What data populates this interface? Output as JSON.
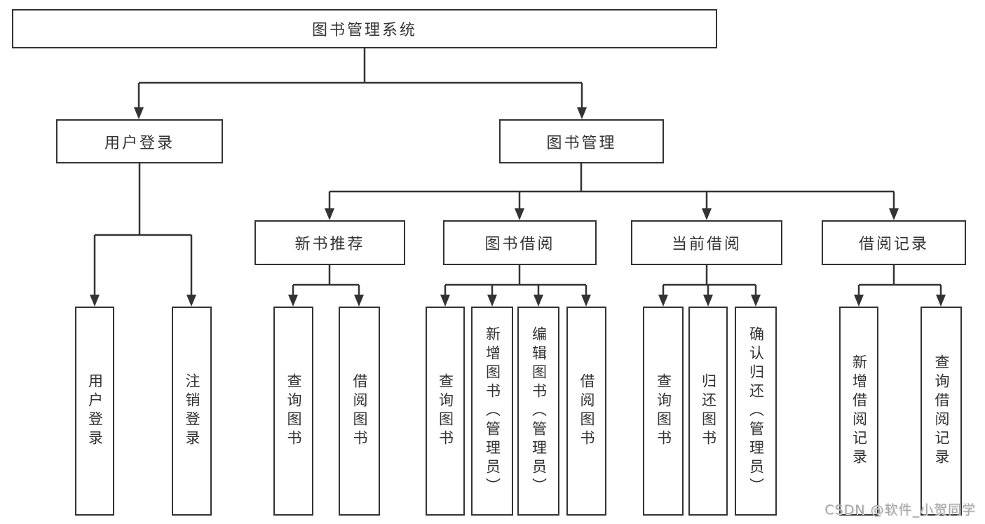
{
  "colors": {
    "line": "#333333",
    "text": "#333333",
    "box_background": "#ffffff",
    "watermark": "#a8a8a8"
  },
  "watermark": {
    "text": "CSDN @软件_小贺同学"
  },
  "tree": {
    "root": {
      "label": "图书管理系统"
    },
    "user_login": {
      "label": "用户登录",
      "children": [
        {
          "label": "用户登录"
        },
        {
          "label": "注销登录"
        }
      ]
    },
    "book_management": {
      "label": "图书管理",
      "groups": [
        {
          "label": "新书推荐",
          "children": [
            {
              "label": "查询图书"
            },
            {
              "label": "借阅图书"
            }
          ]
        },
        {
          "label": "图书借阅",
          "children": [
            {
              "label": "查询图书"
            },
            {
              "label": "新增图书（管理员）"
            },
            {
              "label": "编辑图书（管理员）"
            },
            {
              "label": "借阅图书"
            }
          ]
        },
        {
          "label": "当前借阅",
          "children": [
            {
              "label": "查询图书"
            },
            {
              "label": "归还图书"
            },
            {
              "label": "确认归还（管理员）"
            }
          ]
        },
        {
          "label": "借阅记录",
          "children": [
            {
              "label": "新增借阅记录"
            },
            {
              "label": "查询借阅记录"
            }
          ]
        }
      ]
    }
  }
}
